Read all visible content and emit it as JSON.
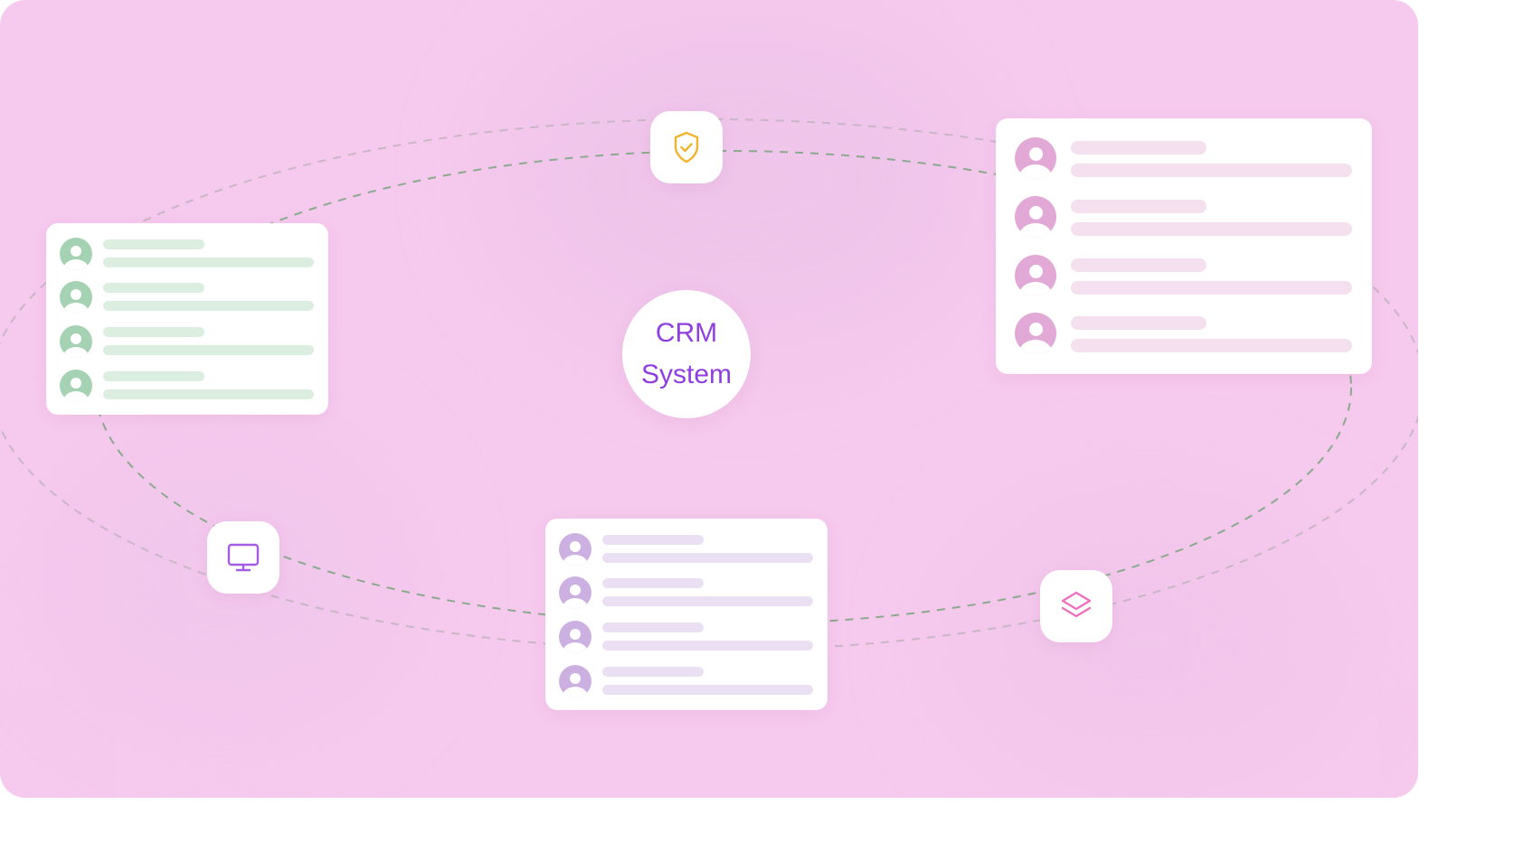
{
  "hub": {
    "line1": "CRM",
    "line2": "System"
  },
  "colors": {
    "background": "#f6c9ee",
    "hub_text": "#8f3fe0",
    "orbit_inner": "#8aaa8c",
    "orbit_outer": "#c9b6c6",
    "green_avatar": "#a6d2b4",
    "green_bar": "#dbeee0",
    "pink_avatar": "#e2a8d6",
    "pink_bar": "#f4e0ee",
    "purple_avatar": "#cdb0e2",
    "purple_bar": "#ebe0f3",
    "shield_icon": "#f0b32e",
    "monitor_icon": "#a45be6",
    "layers_icon": "#f070c0"
  },
  "icons": {
    "top": "shield-check-icon",
    "left": "monitor-icon",
    "right": "layers-icon"
  },
  "cards": [
    {
      "id": "left-card",
      "theme": "green",
      "rows": 4
    },
    {
      "id": "right-card",
      "theme": "pink",
      "rows": 4
    },
    {
      "id": "bottom-card",
      "theme": "purple",
      "rows": 4
    }
  ]
}
